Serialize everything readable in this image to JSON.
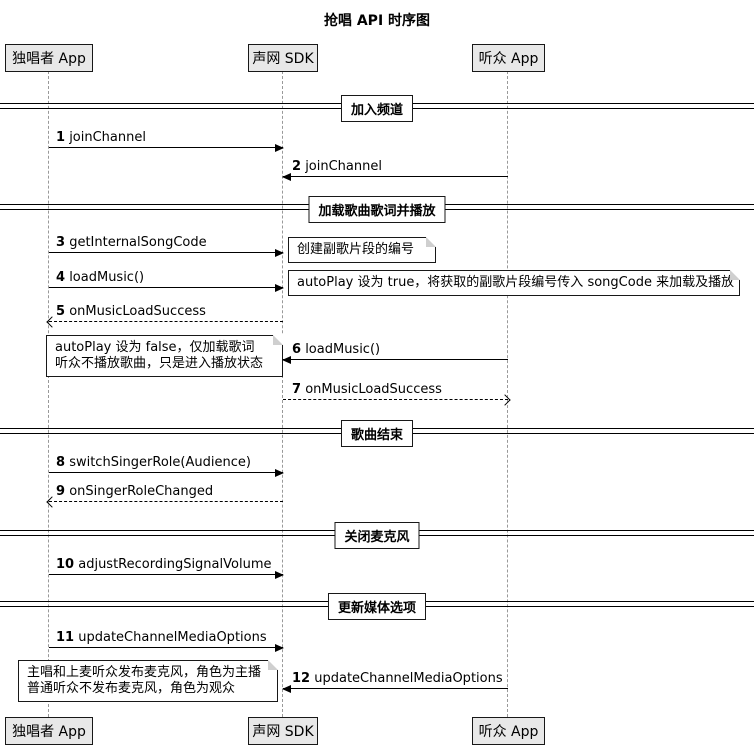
{
  "title": "抢唱 API 时序图",
  "participants": [
    {
      "name": "独唱者 App"
    },
    {
      "name": "声网 SDK"
    },
    {
      "name": "听众 App"
    }
  ],
  "dividers": [
    {
      "label": "加入频道"
    },
    {
      "label": "加载歌曲歌词并播放"
    },
    {
      "label": "歌曲结束"
    },
    {
      "label": "关闭麦克风"
    },
    {
      "label": "更新媒体选项"
    }
  ],
  "messages": [
    {
      "num": "1",
      "label": "joinChannel"
    },
    {
      "num": "2",
      "label": "joinChannel"
    },
    {
      "num": "3",
      "label": "getInternalSongCode"
    },
    {
      "num": "4",
      "label": "loadMusic()"
    },
    {
      "num": "5",
      "label": "onMusicLoadSuccess"
    },
    {
      "num": "6",
      "label": "loadMusic()"
    },
    {
      "num": "7",
      "label": "onMusicLoadSuccess"
    },
    {
      "num": "8",
      "label": "switchSingerRole(Audience)"
    },
    {
      "num": "9",
      "label": "onSingerRoleChanged"
    },
    {
      "num": "10",
      "label": "adjustRecordingSignalVolume"
    },
    {
      "num": "11",
      "label": "updateChannelMediaOptions"
    },
    {
      "num": "12",
      "label": "updateChannelMediaOptions"
    }
  ],
  "notes": [
    {
      "line1": "创建副歌片段的编号"
    },
    {
      "line1": "autoPlay 设为 true，将获取的副歌片段编号传入 songCode 来加载及播放"
    },
    {
      "line1": "autoPlay 设为 false，仅加载歌词",
      "line2": "听众不播放歌曲，只是进入播放状态"
    },
    {
      "line1": "主唱和上麦听众发布麦克风，角色为主播",
      "line2": "普通听众不发布麦克风，角色为观众"
    }
  ],
  "colors": {
    "participant_fill": "#E8E8E8",
    "border": "#181818",
    "note_fill": "#FFFFFF",
    "lifeline": "#999999",
    "arrow": "#000000"
  }
}
